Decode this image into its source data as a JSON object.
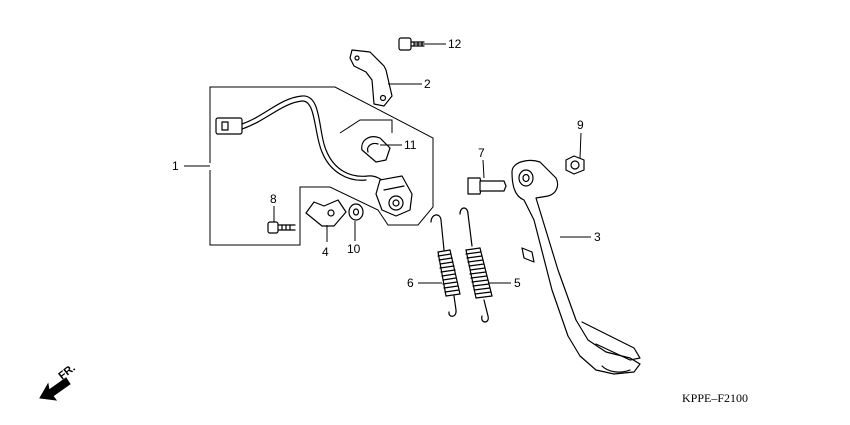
{
  "diagram": {
    "code": "KPPE–F2100",
    "direction_label": "FR.",
    "callouts": [
      "1",
      "2",
      "3",
      "4",
      "5",
      "6",
      "7",
      "8",
      "9",
      "10",
      "11",
      "12"
    ]
  }
}
